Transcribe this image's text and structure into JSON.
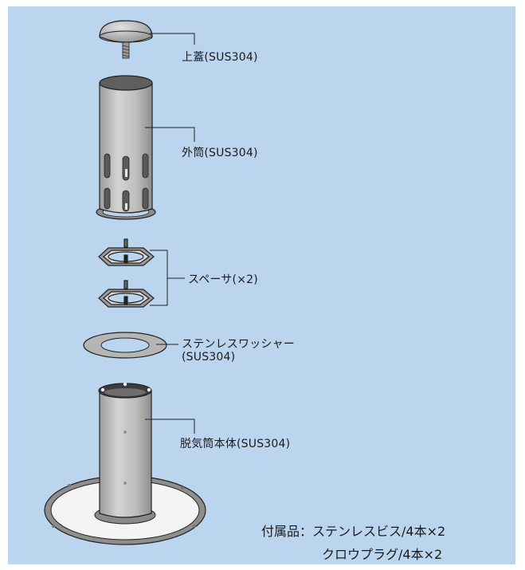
{
  "labels": {
    "top_cap": "上蓋(SUS304)",
    "outer_tube": "外筒(SUS304)",
    "spacer": "スペーサ(×2)",
    "washer_line1": "ステンレスワッシャー",
    "washer_line2": "(SUS304)",
    "body": "脱気筒本体(SUS304)"
  },
  "accessories": {
    "line1": "付属品：ステンレスビス/4本×2",
    "line2": "クロウプラグ/4本×2"
  },
  "colors": {
    "background": "#bcd5ef",
    "metal": "#b8b8b8",
    "stroke": "#222222"
  }
}
